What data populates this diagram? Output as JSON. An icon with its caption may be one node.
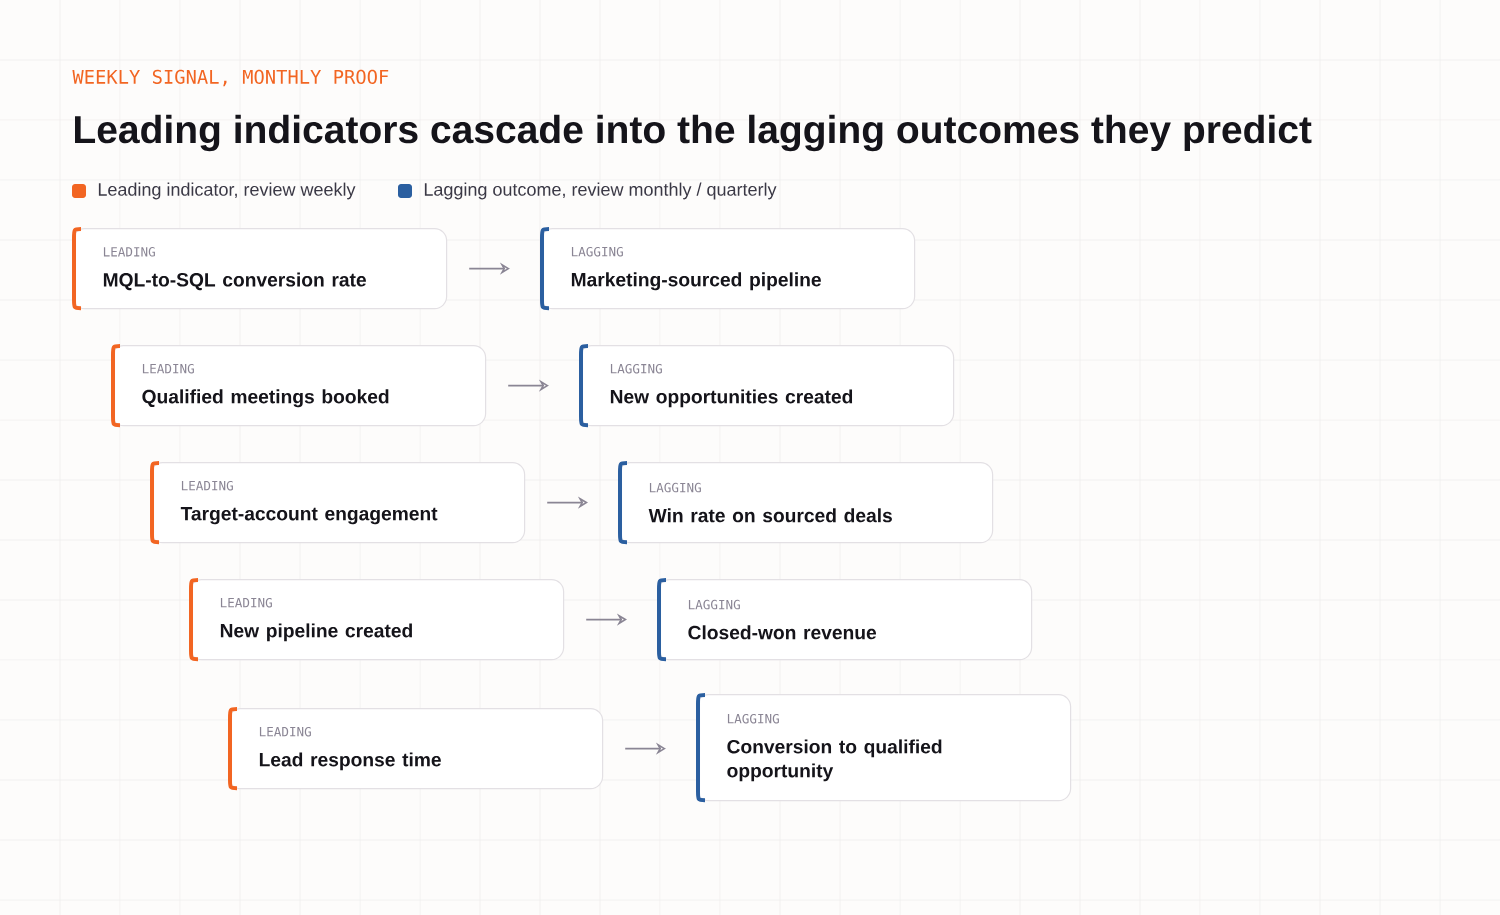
{
  "diagram": {
    "title": "Leading indicators cascade into the lagging outcomes they predict",
    "nodes": [
      {
        "text": [
          "LEADING",
          "MQL-to-SQL conversion rate"
        ]
      },
      {
        "text": [
          "LAGGING",
          "Marketing-sourced pipeline"
        ]
      },
      {
        "text": [
          "LEADING",
          "Qualified meetings booked"
        ]
      },
      {
        "text": [
          "LAGGING",
          "New opportunities created"
        ]
      },
      {
        "text": [
          "LEADING",
          "Target-account engagement"
        ]
      },
      {
        "text": [
          "LAGGING",
          "Win rate on sourced deals"
        ]
      },
      {
        "text": [
          "LEADING",
          "New pipeline created"
        ]
      },
      {
        "text": [
          "LAGGING",
          "Closed-won revenue"
        ]
      },
      {
        "text": [
          "LEADING",
          "Lead response time"
        ]
      },
      {
        "text": [
          "LAGGING",
          "Conversion to qualified opportunity"
        ]
      }
    ],
    "edges": [
      {
        "from": 0,
        "to": 1,
        "arrow": "to"
      },
      {
        "from": 2,
        "to": 3,
        "arrow": "to"
      },
      {
        "from": 4,
        "to": 5,
        "arrow": "to"
      },
      {
        "from": 6,
        "to": 7,
        "arrow": "to"
      },
      {
        "from": 8,
        "to": 9,
        "arrow": "to"
      }
    ],
    "labels": [
      "WEEKLY SIGNAL, MONTHLY PROOF"
    ],
    "legend": [
      {
        "text": "Leading indicator, review weekly",
        "color": "#f26522"
      },
      {
        "text": "Lagging outcome, review monthly / quarterly",
        "color": "#2b5fa0"
      }
    ]
  }
}
